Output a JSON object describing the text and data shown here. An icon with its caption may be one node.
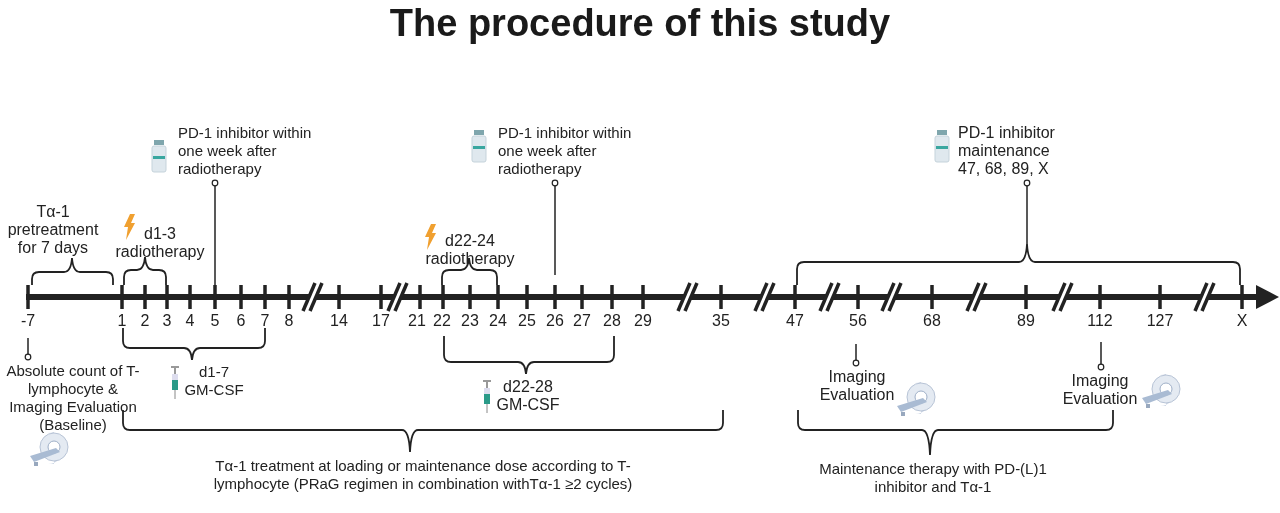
{
  "diagram": {
    "title": "The procedure of this study",
    "nodes": [
      {
        "text": [
          "PD-1 inhibitor within one week after radiotherapy"
        ]
      },
      {
        "text": [
          "PD-1 inhibitor within one week after radiotherapy"
        ]
      },
      {
        "text": [
          "PD-1 inhibitor maintenance 47, 68, 89, X"
        ]
      },
      {
        "text": [
          "Absolute count of T-lymphocyte & Imaging Evaluation (Baseline)"
        ]
      },
      {
        "text": [
          "Imaging Evaluation"
        ]
      },
      {
        "text": [
          "Imaging Evaluation"
        ]
      },
      {
        "text": [],
        "shape": "brace"
      },
      {
        "text": [],
        "shape": "bar"
      }
    ],
    "edges": [
      {
        "from": 0,
        "to": 7,
        "arrow": "other"
      },
      {
        "from": 1,
        "to": null,
        "arrow": "other"
      },
      {
        "from": 2,
        "to": 6,
        "arrow": "other"
      },
      {
        "from": 3,
        "to": null,
        "arrow": "other"
      },
      {
        "from": 4,
        "to": null,
        "arrow": "other"
      },
      {
        "from": 5,
        "to": null,
        "arrow": "other"
      }
    ],
    "labels": [
      "Tα-1 pretreatment for 7 days",
      "d1-3 radiotherapy",
      "d22-24 radiotherapy",
      "-7",
      "1",
      "2",
      "3",
      "4",
      "5",
      "6",
      "7",
      "8",
      "14",
      "17",
      "21",
      "22",
      "23",
      "24",
      "25",
      "26",
      "27",
      "28",
      "29",
      "35",
      "47",
      "56",
      "68",
      "89",
      "112",
      "127",
      "X",
      "d1-7 GM-CSF",
      "d22-28 GM-CSF",
      "Tα-1 treatment at loading or maintenance dose according to T-lymphocyte (PRaG regimen in combination withTα-1 ≥2 cycles)",
      "Maintenance therapy with PD-(L)1 inhibitor and Tα-1"
    ]
  }
}
